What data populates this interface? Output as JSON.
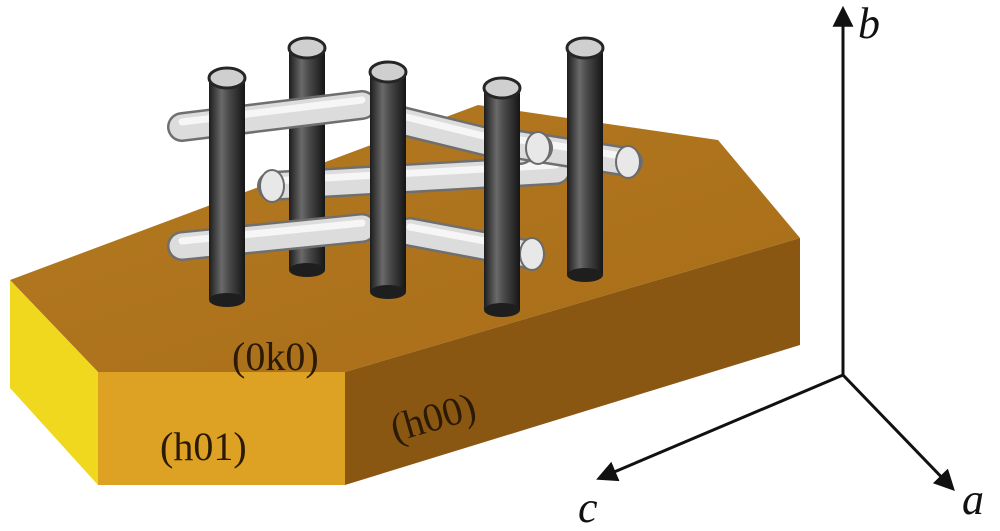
{
  "faces": {
    "top": "(0k0)",
    "front_left": "(h01)",
    "front_right": "(h00)"
  },
  "axes": {
    "b": "b",
    "c": "c",
    "a": "a"
  },
  "colors": {
    "top_face": "#b77a1f",
    "front_left_face": "#dea223",
    "front_right_face": "#8c5814",
    "left_end_face": "#f2dc1c",
    "dark_rod": "#3a3a3a",
    "light_rod": "#d9d9d9",
    "axis": "#111111"
  }
}
